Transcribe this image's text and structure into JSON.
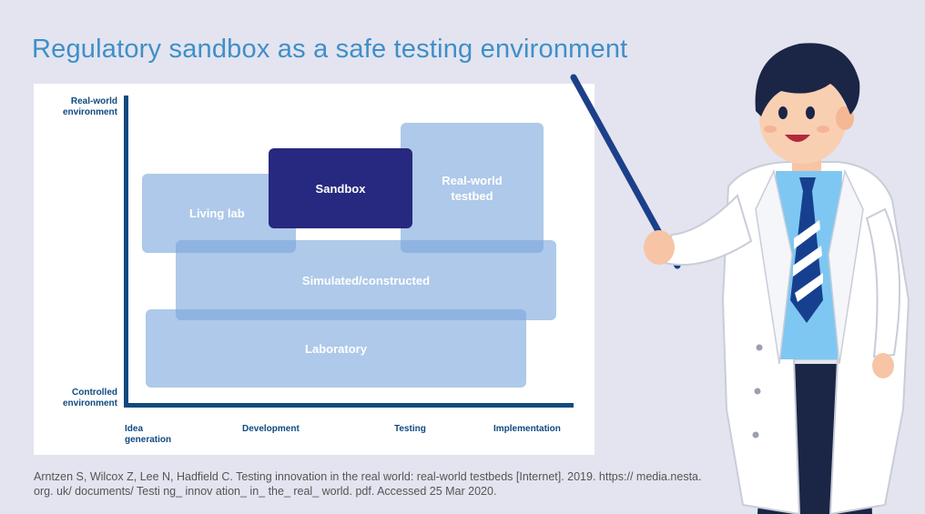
{
  "title": "Regulatory sandbox as a safe testing environment",
  "diagram": {
    "y_axis": {
      "top_label": "Real-world environment",
      "bottom_label": "Controlled environment"
    },
    "x_axis": {
      "stages": [
        "Idea generation",
        "Development",
        "Testing",
        "Implementation"
      ]
    },
    "boxes": {
      "laboratory": "Laboratory",
      "simulated": "Simulated/constructed",
      "living_lab": "Living lab",
      "real_world_line1": "Real-world",
      "real_world_line2": "testbed",
      "sandbox": "Sandbox"
    },
    "colors": {
      "axis": "#0f4a80",
      "box_light": "#7ca8dc",
      "sandbox": "#27287f",
      "title": "#3f8fc9"
    }
  },
  "citation": "Arntzen S, Wilcox Z, Lee N, Hadfield C. Testing innovation in the real world: real-world testbeds [Internet]. 2019. https:// media.nesta. org. uk/ documents/ Testi ng_ innov ation_ in_ the_ real_ world. pdf. Accessed 25 Mar 2020.",
  "illustration": {
    "icon": "scientist-presenter-icon"
  }
}
